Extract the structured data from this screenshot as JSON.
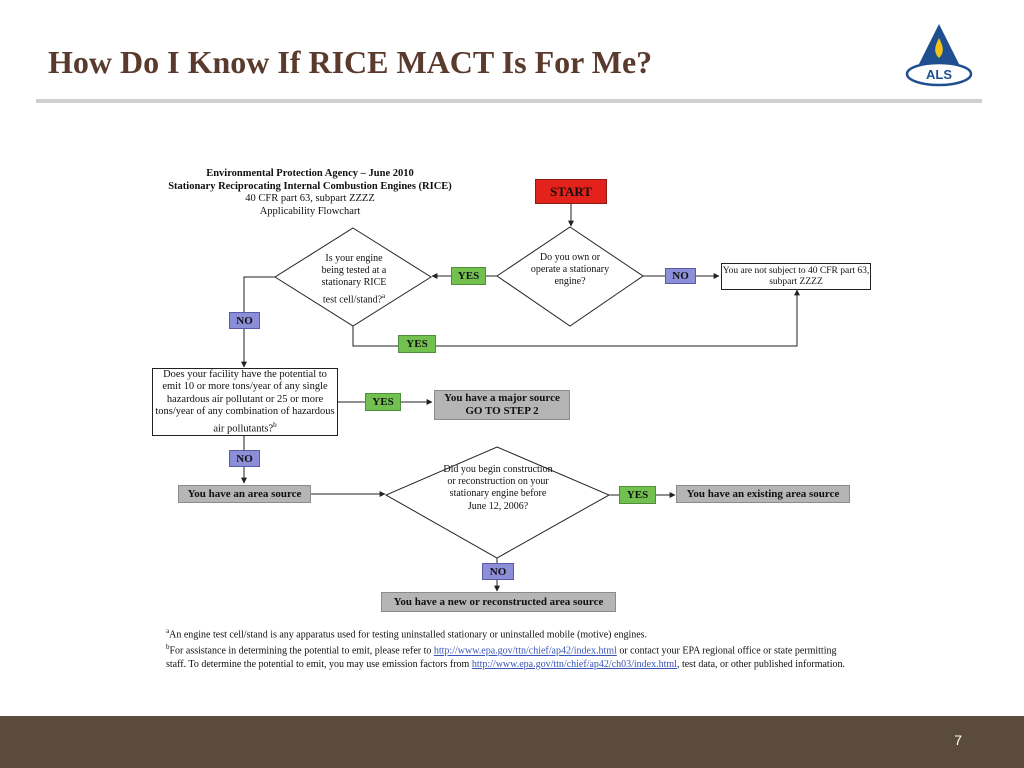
{
  "slide": {
    "title": "How Do I Know If RICE MACT Is For Me?",
    "page_number": "7",
    "logo_text": "ALS"
  },
  "flowchart": {
    "header": [
      "Environmental Protection Agency – June 2010",
      "Stationary Reciprocating Internal Combustion Engines (RICE)",
      "40 CFR part 63, subpart ZZZZ",
      "Applicability Flowchart"
    ],
    "start": "START",
    "q_own": "Do you own or operate a stationary engine?",
    "q_test_cell": "Is your engine being tested at a stationary RICE test cell/stand?",
    "q_potential": "Does your facility have the potential to emit 10 or more tons/year of any single hazardous air pollutant or 25 or more tons/year of any combination of hazardous air pollutants?",
    "q_construction": "Did you begin construction or reconstruction on your stationary engine before June 12, 2006?",
    "footnote_marks": {
      "a": "a",
      "b": "b"
    },
    "not_subject": "You are not subject to 40 CFR part 63, subpart ZZZZ",
    "major_source": "You have a major source",
    "go_to_step": "GO TO STEP 2",
    "area_source": "You have an area source",
    "existing_area_source": "You have an existing area source",
    "new_area_source": "You have a new or reconstructed area source",
    "yes": "YES",
    "no": "NO"
  },
  "notes": {
    "a_text": "An engine test cell/stand is any apparatus used for testing uninstalled stationary or uninstalled mobile (motive) engines.",
    "b_text_1": "For assistance in determining the potential to emit, please refer to ",
    "b_link_1": "http://www.epa.gov/ttn/chief/ap42/index.html",
    "b_text_2": " or contact your EPA regional office or state permitting staff.  To determine the potential to emit, you may use emission factors from ",
    "b_link_2": "http://www.epa.gov/ttn/chief/ap42/ch03/index.html",
    "b_text_3": ", test data, or other published information."
  },
  "colors": {
    "title": "#5a3a2c",
    "footer": "#5b4b3c",
    "start": "#e3231b",
    "yes": "#72c050",
    "no": "#8d8ed8",
    "result_gray": "#b5b5b5",
    "logo_blue": "#1f4f8f",
    "logo_yellow": "#f2c21b"
  }
}
